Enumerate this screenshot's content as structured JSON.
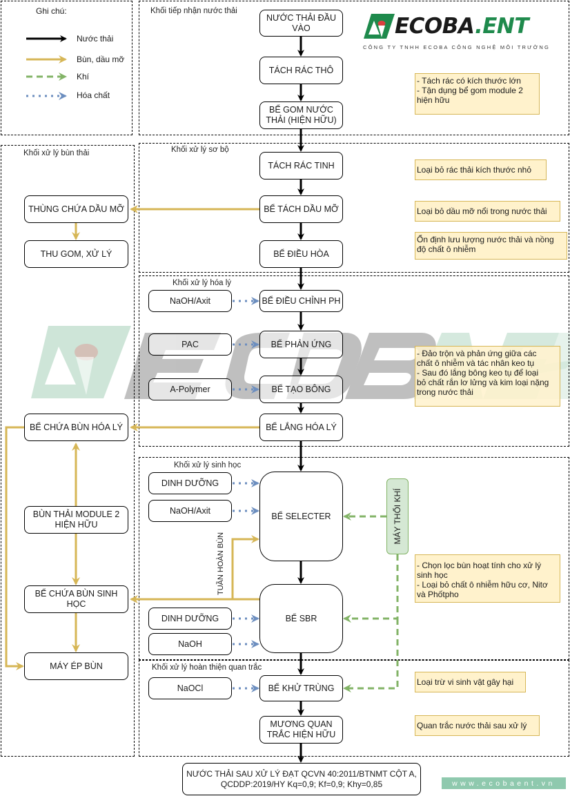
{
  "colors": {
    "water": "#000000",
    "sludge": "#d6b656",
    "air": "#82b366",
    "chemical": "#6c8ebf",
    "note_fill": "#fff2cc",
    "note_border": "#d6b656",
    "blower_fill": "#d5e8d4",
    "brand_green": "#1e8a4c",
    "website_bg": "#8fc9ae"
  },
  "legend": {
    "title": "Ghi chú:",
    "items": [
      {
        "label": "Nước thải",
        "style": "solid-black"
      },
      {
        "label": "Bùn, dầu mỡ",
        "style": "solid-gold"
      },
      {
        "label": "Khí",
        "style": "dashed-green"
      },
      {
        "label": "Hóa chất",
        "style": "dotted-blue"
      }
    ]
  },
  "brand": {
    "logo_text": "ECOBA.ENT",
    "tagline": "CÔNG TY TNHH ECOBA CÔNG NGHỆ MÔI TRƯỜNG",
    "website": "www.ecobaent.vn"
  },
  "regions": {
    "intake": "Khối tiếp nhận nước thải",
    "sludge": "Khối xử lý bùn thải",
    "pre": "Khối xử lý sơ bộ",
    "chem": "Khối xử lý hóa lý",
    "bio": "Khối xử lý sinh học",
    "final": "Khối xử lý hoàn thiện quan trắc"
  },
  "main_nodes": {
    "inlet": [
      "NƯỚC THẢI ĐẦU",
      "VÀO"
    ],
    "coarse_screen": "TÁCH RÁC THÔ",
    "collection": [
      "BỂ GOM NƯỚC",
      "THẢI (HIỆN HỮU)"
    ],
    "fine_screen": "TÁCH RÁC TINH",
    "oil_sep": "BỂ TÁCH DẦU MỠ",
    "equalization": "BỂ ĐIỀU HÒA",
    "ph_adjust": "BỂ ĐIỀU CHỈNH PH",
    "reaction": "BỂ PHẢN ỨNG",
    "flocculation": "BỂ TẠO BÔNG",
    "settling": "BỂ LẮNG HÓA LÝ",
    "selector": "BỂ SELECTER",
    "sbr": "BỂ SBR",
    "disinfection": "BỂ KHỬ TRÙNG",
    "monitoring": [
      "MƯƠNG QUAN",
      "TRẮC HIỆN HỮU"
    ],
    "outlet": [
      "NƯỚC THẢI SAU XỬ LÝ ĐẠT QCVN 40:2011/BTNMT CỘT A,",
      "QCDDP:2019/HY Kq=0,9; Kf=0,9; Khy=0,85"
    ]
  },
  "sludge_nodes": {
    "oil_tank": "THÙNG CHỨA DẦU MỠ",
    "collect_treat": "THU GOM, XỬ LÝ",
    "chem_sludge": "BỂ CHỨA BÙN HÓA LÝ",
    "existing_sludge": [
      "BÙN THẢI  MODULE 2",
      "HIỆN HỮU"
    ],
    "bio_sludge": "BỂ CHỨA BÙN SINH HỌC",
    "press": "MÁY ÉP BÙN"
  },
  "chemicals": {
    "naoh_acid_1": "NaOH/Axit",
    "pac": "PAC",
    "polymer": "A-Polymer",
    "nutrient_1": "DINH DƯỠNG",
    "naoh_acid_2": "NaOH/Axit",
    "nutrient_2": "DINH DƯỠNG",
    "naoh": "NaOH",
    "naocl": "NaOCl"
  },
  "blower": "MÁY THỔI KHÍ",
  "recirculation_label": "TUẦN HOÀN BÙN",
  "notes": {
    "intake": [
      "- Tách rác có kích thước lớn",
      "- Tận dụng bể gom module 2",
      " hiện hữu"
    ],
    "fine_screen": [
      "Loại bỏ rác thải kích thước nhỏ"
    ],
    "oil": [
      "Loại bỏ dầu mỡ nổi trong nước thải"
    ],
    "equalization": [
      "Ổn định lưu lượng nước thải và nồng",
      "độ chất ô nhiễm"
    ],
    "chem": [
      "- Đảo trộn và phản ứng giữa các",
      "chất ô nhiễm và tác nhân keo tụ",
      "- Sau đó lắng bông keo tụ để loại",
      "bỏ chất rắn lơ lửng và kim loại nặng",
      "trong nước thải"
    ],
    "bio": [
      "- Chọn lọc bùn hoạt tính cho xử lý",
      "sinh học",
      "- Loại bỏ chất ô nhiễm hữu cơ, Nitơ",
      "và Phốtpho"
    ],
    "disinfection": [
      "Loại trừ vi sinh vật gây hại"
    ],
    "monitoring": [
      "Quan trắc nước thải sau xử lý"
    ]
  }
}
